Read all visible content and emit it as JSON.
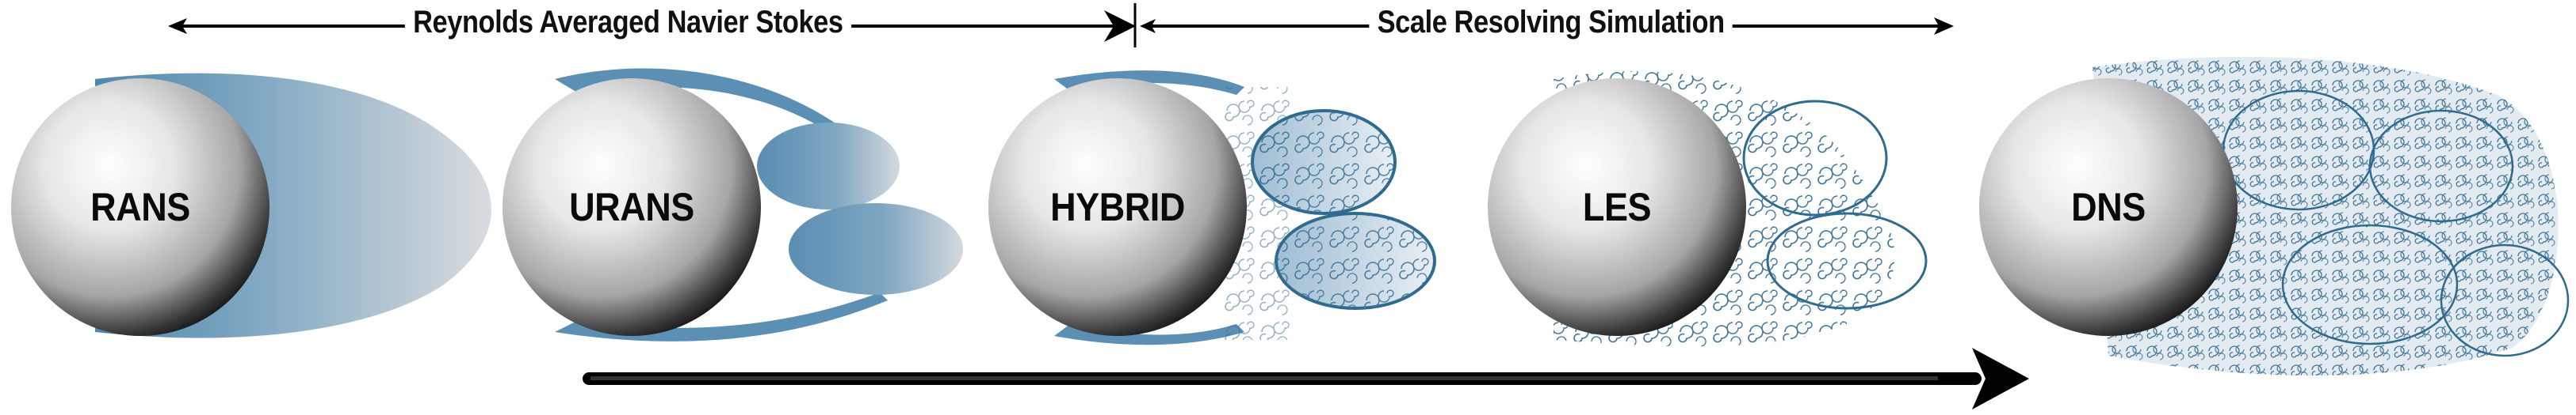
{
  "header": {
    "left_range_label": "Reynolds Averaged Navier Stokes",
    "right_range_label": "Scale Resolving Simulation"
  },
  "models": [
    {
      "label": "RANS",
      "wake": "steady-averaged"
    },
    {
      "label": "URANS",
      "wake": "unsteady-large-vortices"
    },
    {
      "label": "HYBRID",
      "wake": "partially-resolved-eddies"
    },
    {
      "label": "LES",
      "wake": "resolved-large-eddies"
    },
    {
      "label": "DNS",
      "wake": "fully-resolved-turbulence"
    }
  ],
  "colors": {
    "wake_blue": "#5b8fb3",
    "wake_fade": "#d6dadd",
    "vortex_line": "#2f6a8f",
    "arrow": "#000000",
    "text": "#111111"
  }
}
